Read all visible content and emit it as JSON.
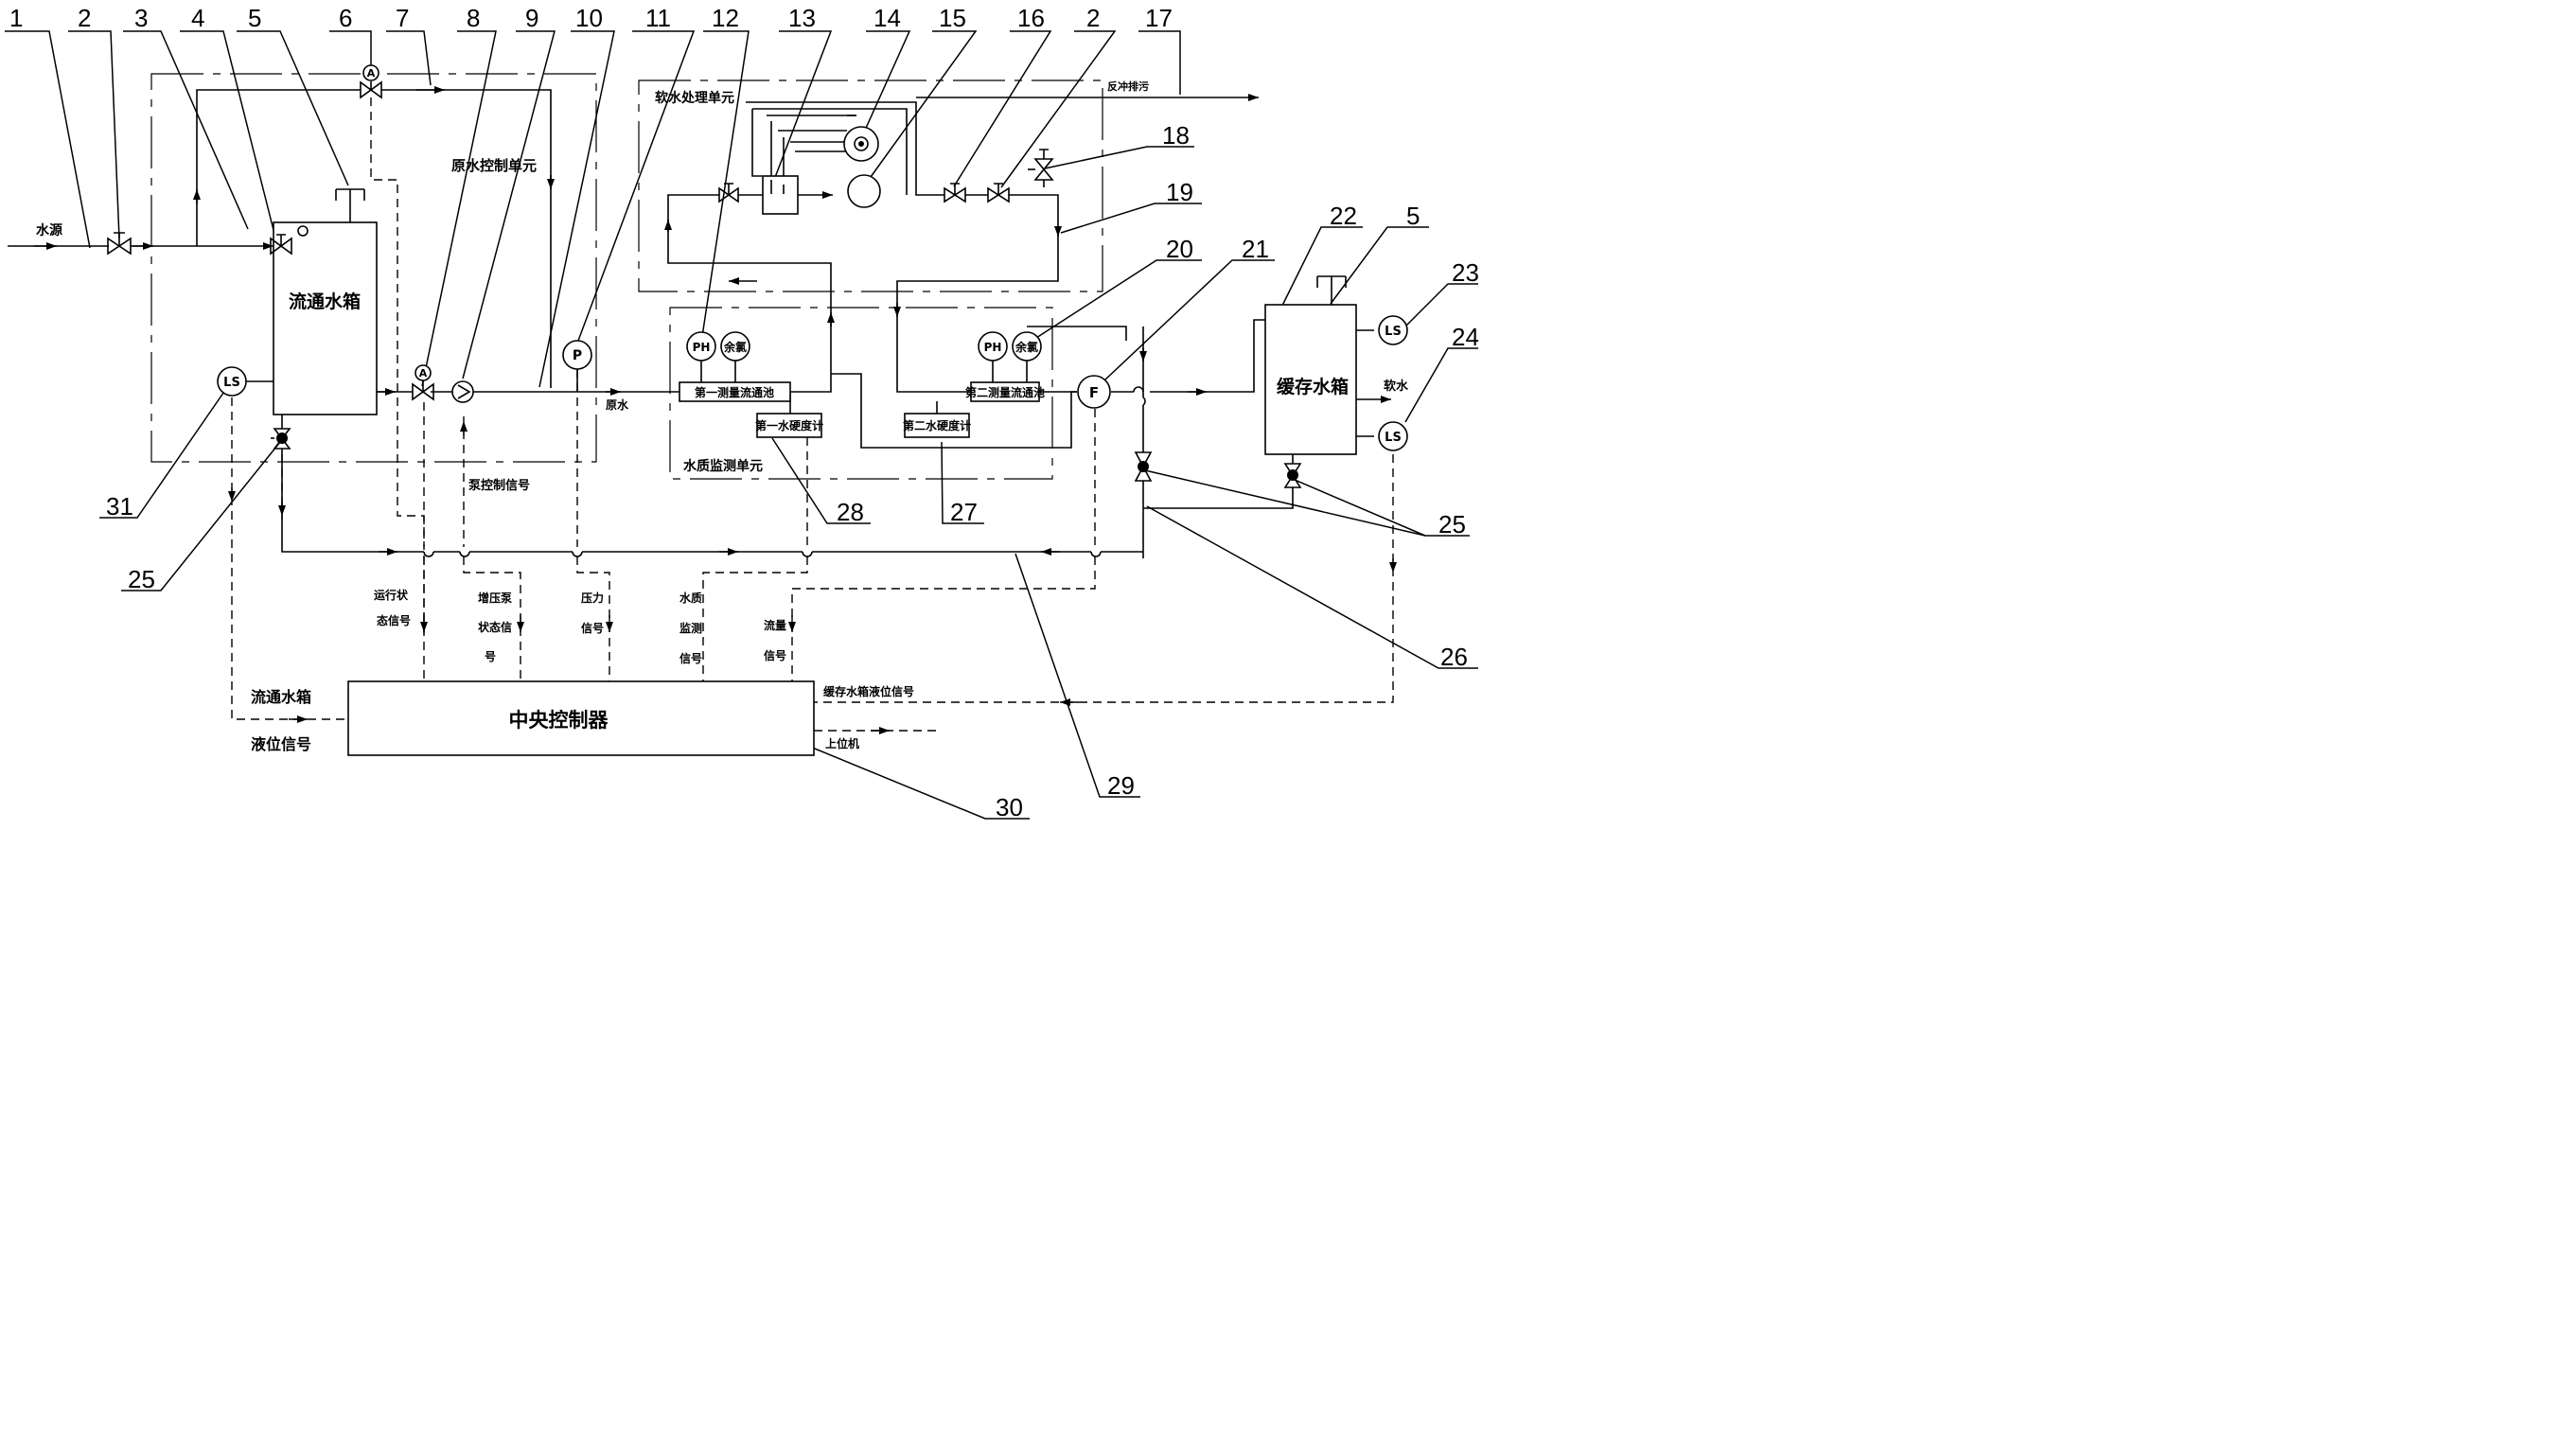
{
  "part_numbers": [
    "1",
    "2",
    "3",
    "4",
    "5",
    "6",
    "7",
    "8",
    "9",
    "10",
    "11",
    "12",
    "13",
    "14",
    "15",
    "16",
    "2",
    "17",
    "18",
    "19",
    "20",
    "21",
    "22",
    "5",
    "23",
    "24",
    "25",
    "26",
    "27",
    "28",
    "29",
    "30",
    "31",
    "25"
  ],
  "labels": {
    "water_source": "水源",
    "flow_tank": "流通水箱",
    "buffer_tank": "缓存水箱",
    "raw_water_unit": "原水控制单元",
    "soft_water_unit": "软水处理单元",
    "water_quality_unit": "水质监测单元",
    "backwash": "反冲排污",
    "raw_water": "原水",
    "soft_water": "软水",
    "first_cell": "第一测量流通池",
    "second_cell": "第二测量流通池",
    "first_meter": "第一水硬度计",
    "second_meter": "第二水硬度计",
    "ph1": "PH",
    "chlorine1": "余氯",
    "ph2": "PH",
    "chlorine2": "余氯",
    "pump_control_signal": "泵控制信号",
    "run_status_signal": "运行状态信号",
    "booster_status_signal": "增压泵状态信号",
    "pressure_signal": "压力信号",
    "water_quality_signal": "水质监测信号",
    "flow_signal": "流量信号",
    "buffer_level_signal": "缓存水箱液位信号",
    "flow_tank_level_signal_1": "流通水箱",
    "flow_tank_level_signal_2": "液位信号",
    "central_controller": "中央控制器",
    "host_computer": "上位机",
    "ls": "LS",
    "p": "P",
    "f": "F",
    "a": "A"
  }
}
